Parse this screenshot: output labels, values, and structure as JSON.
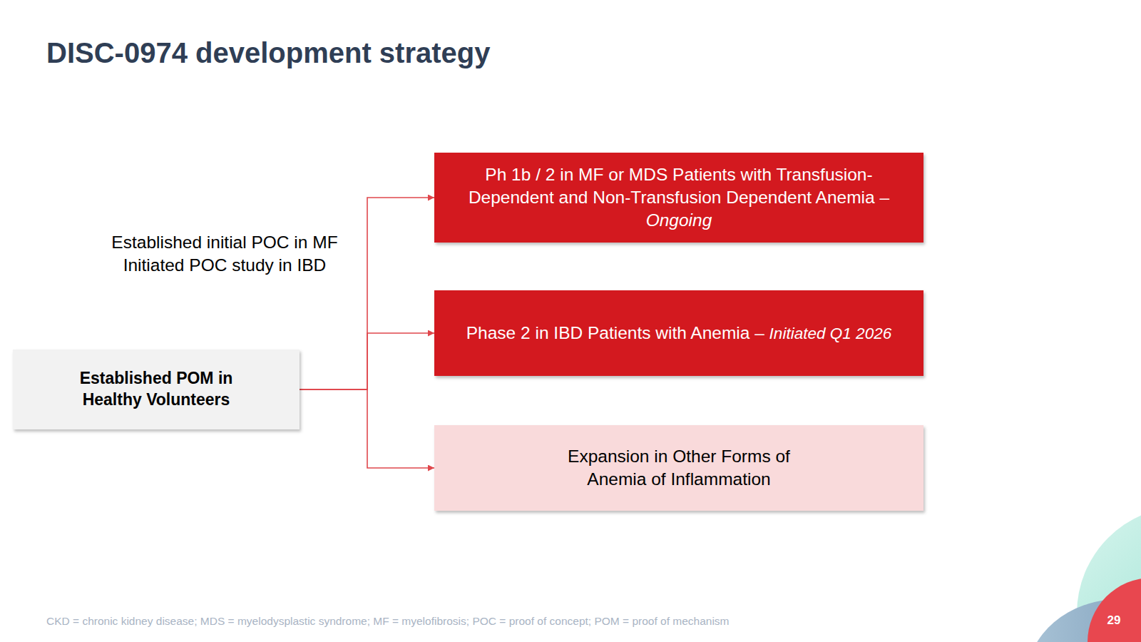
{
  "diagram": {
    "title": "DISC-0974 development strategy",
    "nodes": [
      {
        "text": [
          "Established POM in Healthy Volunteers"
        ]
      },
      {
        "text": [
          "Ph 1b / 2 in MF or MDS Patients with Transfusion-Dependent and Non-Transfusion Dependent Anemia –",
          "Ongoing"
        ]
      },
      {
        "text": [
          "Phase 2 in IBD Patients with Anemia –",
          "Initiated Q1 2026"
        ]
      },
      {
        "text": [
          "Expansion in Other Forms of Anemia of Inflammation"
        ]
      }
    ],
    "edges": [
      {
        "from": 0,
        "to": 1,
        "arrow": "to"
      },
      {
        "from": 0,
        "to": 2,
        "arrow": "to"
      },
      {
        "from": 0,
        "to": 3,
        "arrow": "to"
      }
    ],
    "labels": [
      "Established initial POC in MF",
      "Initiated POC study in IBD",
      "CKD = chronic kidney disease; MDS = myelodysplastic syndrome; MF = myelofibrosis; POC = proof of concept; POM = proof of mechanism",
      "29"
    ]
  }
}
